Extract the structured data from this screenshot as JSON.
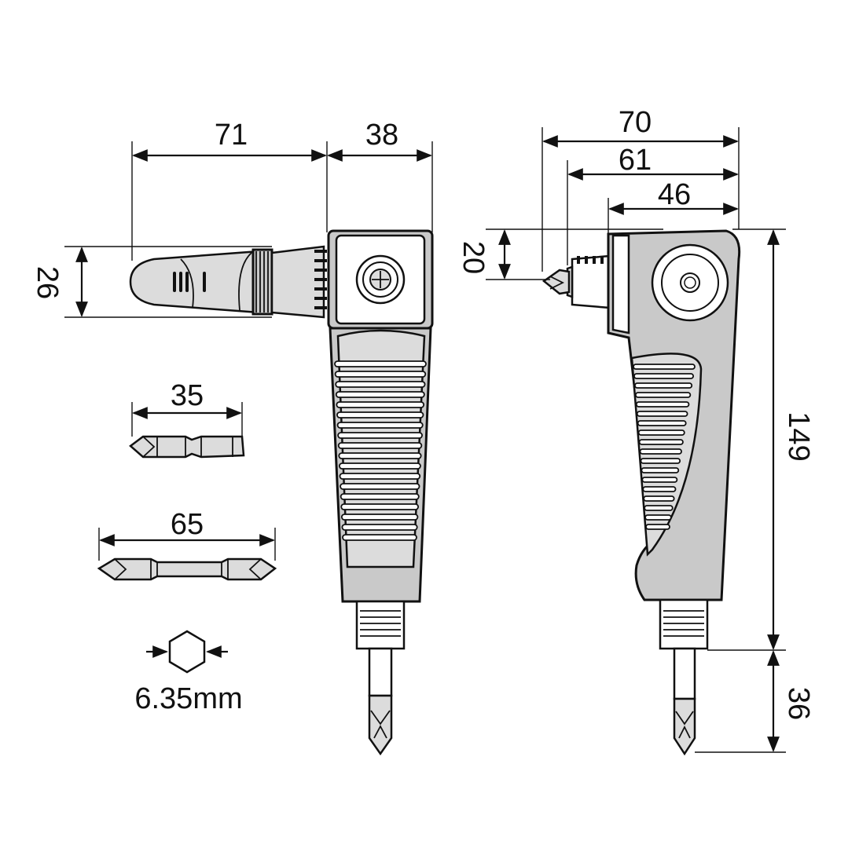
{
  "dimensions": {
    "head_length": "71",
    "head_width": "38",
    "head_height": "26",
    "short_bit_length": "35",
    "long_bit_length": "65",
    "hex_size": "6.35mm",
    "side_overall_width": "70",
    "side_width_61": "61",
    "side_width_46": "46",
    "chuck_height": "20",
    "body_length": "149",
    "bit_protrusion": "36"
  },
  "colors": {
    "body_gray": "#c9c9c9",
    "line": "#111111"
  }
}
